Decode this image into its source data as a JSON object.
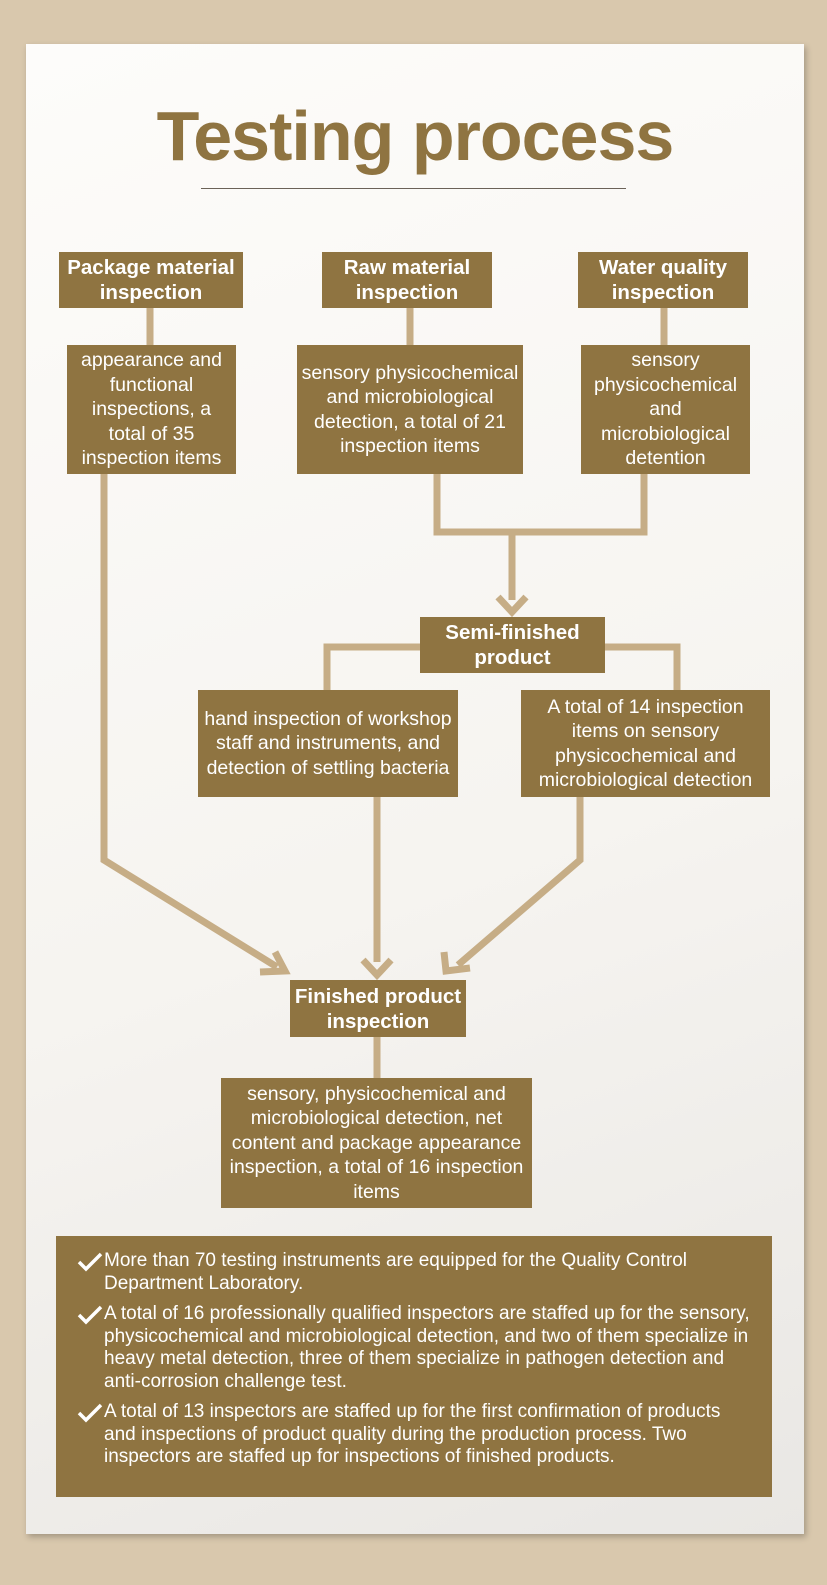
{
  "title": "Testing process",
  "colors": {
    "box": "#8f7441",
    "connector": "#c6ad86",
    "page_bg": "#d9c8ad",
    "title": "#8f7441"
  },
  "nodes": {
    "package_material": {
      "label": "Package material inspection",
      "detail": "appearance and functional inspections, a total of 35 inspection items"
    },
    "raw_material": {
      "label": "Raw material inspection",
      "detail": "sensory physicochemical and microbiological detection, a total of 21 inspection items"
    },
    "water_quality": {
      "label": "Water quality inspection",
      "detail": "sensory physicochemical and microbiological detention"
    },
    "semi_finished": {
      "label": "Semi-finished product",
      "detail_left": "hand inspection of workshop staff and instruments, and detection of settling bacteria",
      "detail_right": "A total of 14 inspection items on sensory physicochemical and microbiological detection"
    },
    "finished_product": {
      "label": "Finished product inspection",
      "detail": "sensory, physicochemical and microbiological detection, net content and package appearance inspection, a total of 16 inspection items"
    }
  },
  "notes": [
    "More than 70 testing instruments are equipped for the Quality Control Department Laboratory.",
    "A total of 16 professionally qualified inspectors are staffed up for the sensory, physicochemical and microbiological detection, and two of them specialize in heavy metal detection, three of them specialize in pathogen detection and anti-corrosion challenge test.",
    "A total of 13 inspectors are staffed up for the first confirmation of products and inspections of product quality during the production process. Two inspectors are staffed up for inspections of finished products."
  ]
}
